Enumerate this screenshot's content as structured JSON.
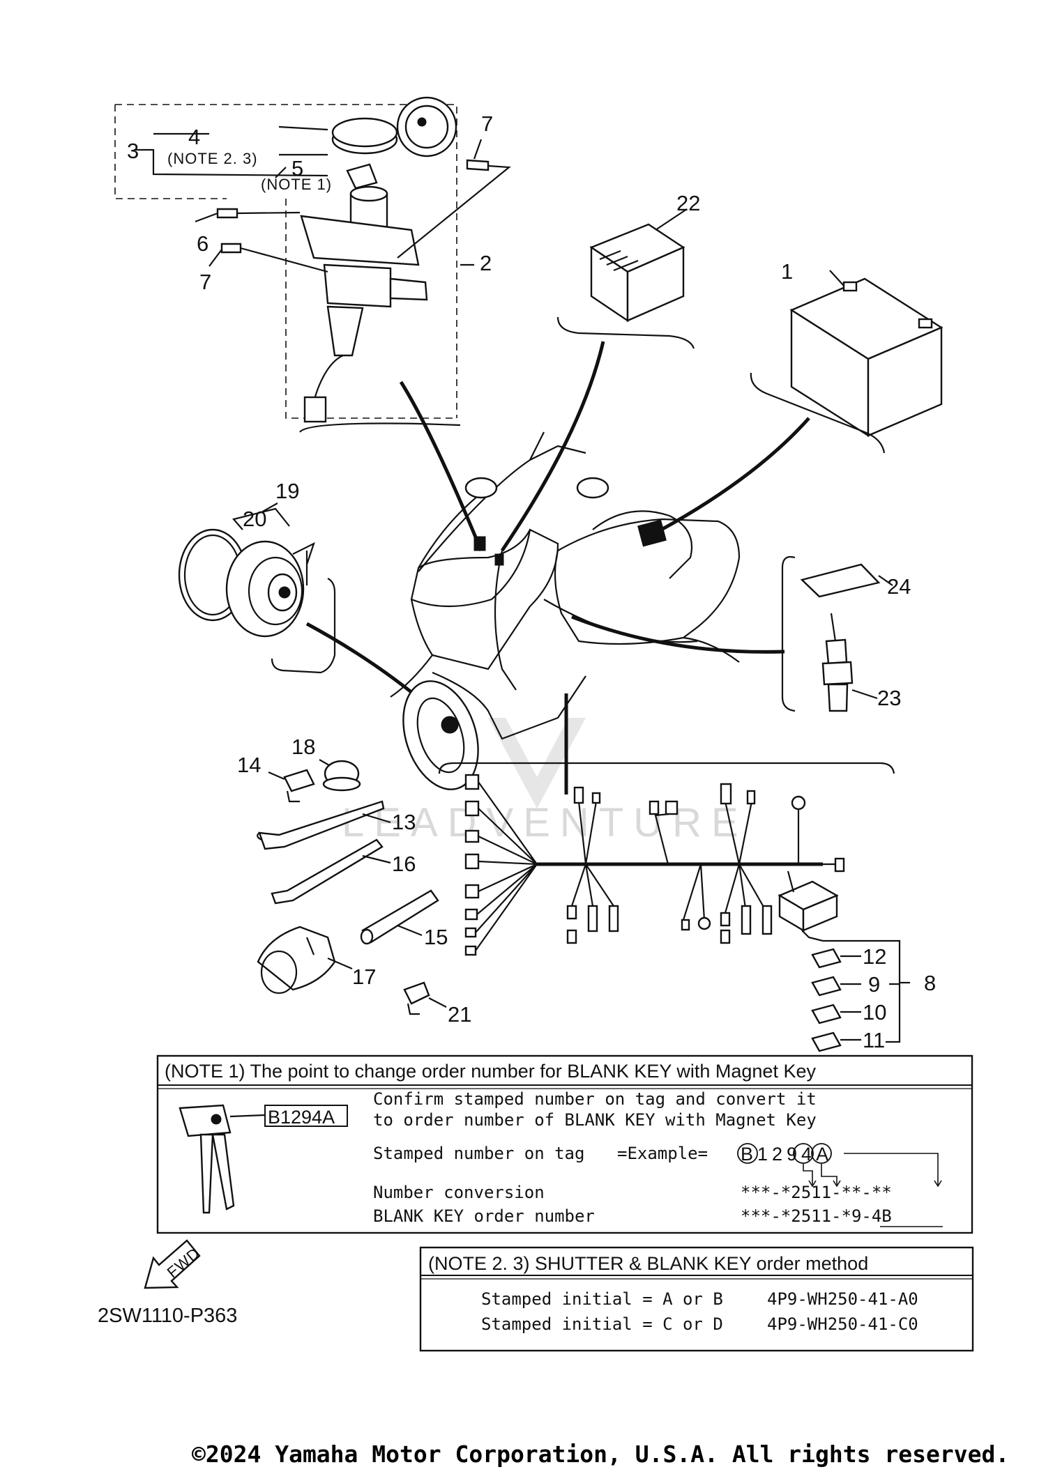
{
  "callouts": {
    "c1": "1",
    "c2": "2",
    "c3": "3",
    "c4": "4",
    "c5": "5",
    "c6": "6",
    "c7a": "7",
    "c7b": "7",
    "c8": "8",
    "c9": "9",
    "c10": "10",
    "c11": "11",
    "c12": "12",
    "c13": "13",
    "c14": "14",
    "c15": "15",
    "c16": "16",
    "c17": "17",
    "c18": "18",
    "c19": "19",
    "c20": "20",
    "c21": "21",
    "c22": "22",
    "c23": "23",
    "c24": "24"
  },
  "small_notes": {
    "note23": "(NOTE 2. 3)",
    "note1": "(NOTE 1)"
  },
  "note1_box": {
    "header": "(NOTE 1) The point to change order number for BLANK KEY with Magnet Key",
    "tag_number": "B1294A",
    "line1": "Confirm stamped number on tag and convert it",
    "line2": "to order number of BLANK KEY with Magnet Key",
    "stamped_label": "Stamped number on tag",
    "example_label": "=Example=",
    "example_value": "B1294A",
    "conversion_label": "Number conversion",
    "conversion_value": "***-*2511-**-**",
    "order_label": "BLANK KEY order number",
    "order_value": "***-*2511-*9-4B"
  },
  "note23_box": {
    "header": "(NOTE 2. 3) SHUTTER & BLANK KEY order method",
    "row1_label": "Stamped  initial = A or B",
    "row1_value": "4P9-WH250-41-A0",
    "row2_label": "Stamped  initial = C or D",
    "row2_value": "4P9-WH250-41-C0"
  },
  "fwd_label": "FWD",
  "drawing_ref": "2SW1110-P363",
  "watermark": "LEADVENTURE",
  "copyright": "©2024 Yamaha Motor Corporation, U.S.A. All rights reserved."
}
